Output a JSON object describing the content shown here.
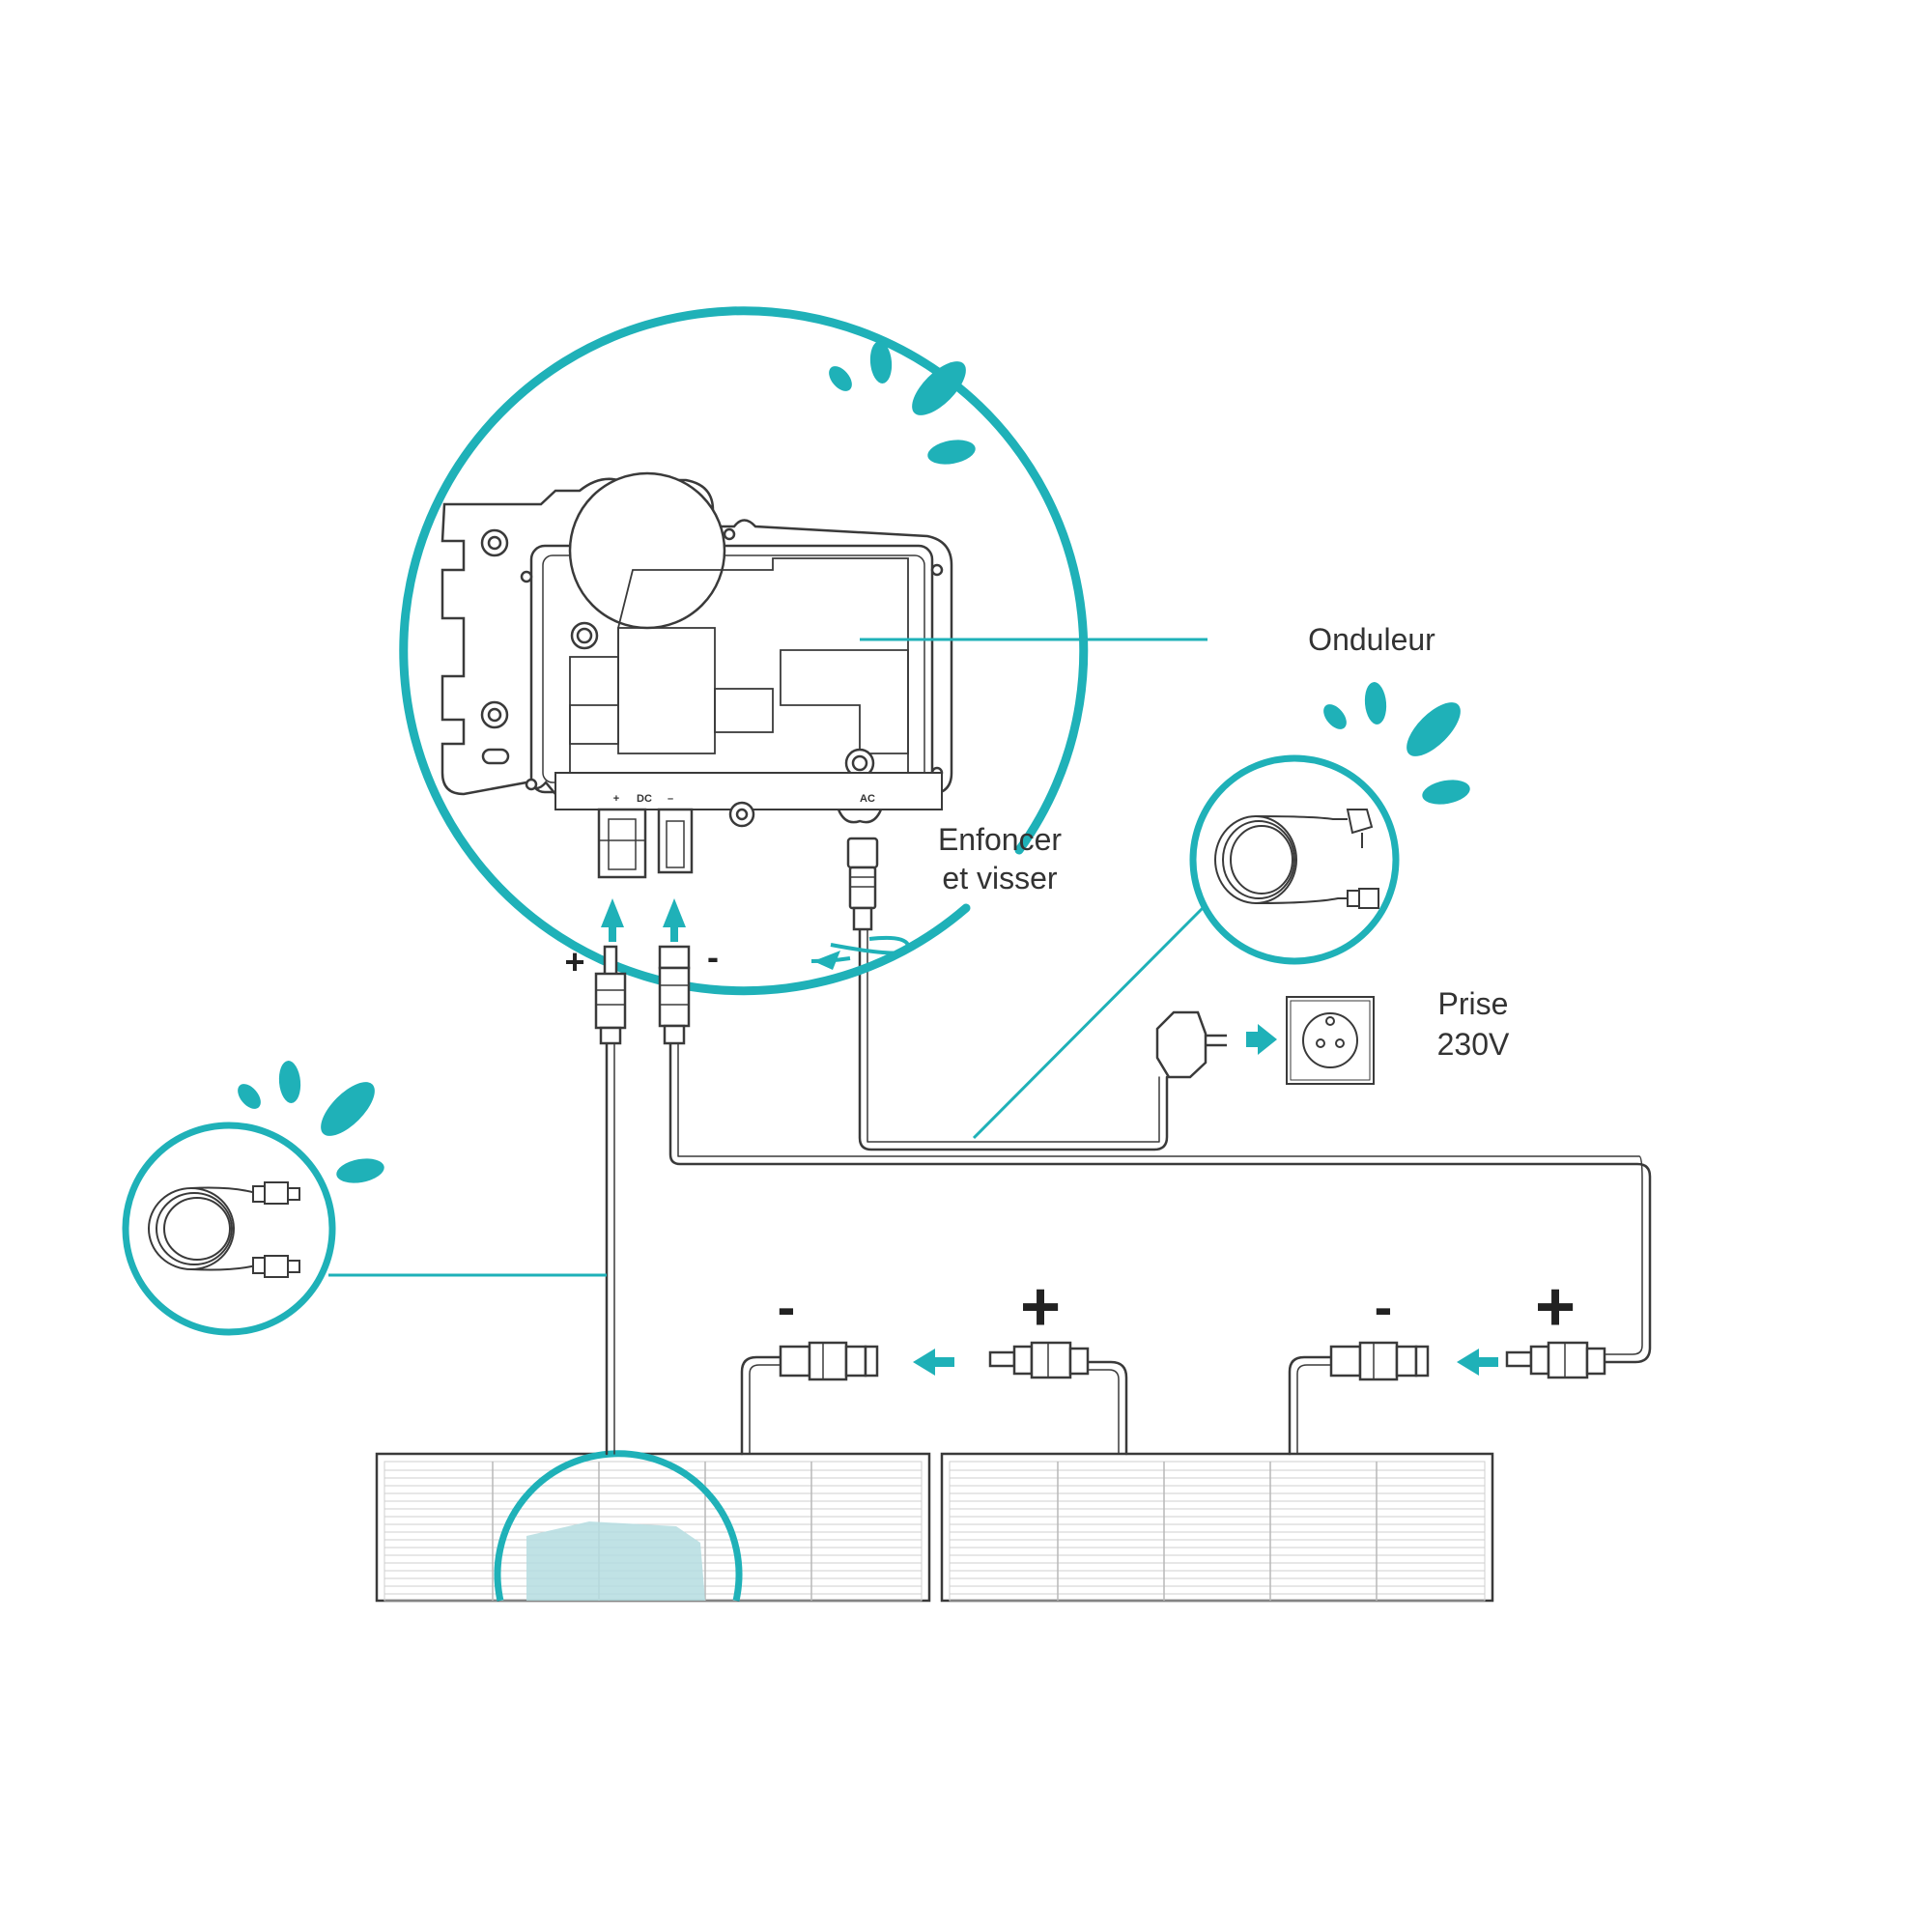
{
  "colors": {
    "accent": "#1fb1b8",
    "line": "#3a3a3a",
    "panel_fill": "#ffffff",
    "panel_lines": "#c9c9c9",
    "teal_fill": "#b5dde0"
  },
  "labels": {
    "inverter": "Onduleur",
    "push_screw_line1": "Enfoncer",
    "push_screw_line2": "et visser",
    "socket_line1": "Prise",
    "socket_line2": "230V"
  },
  "inverter_ports": {
    "dc_plus": "+",
    "dc": "DC",
    "dc_minus": "–",
    "ac": "AC"
  },
  "polarity": {
    "inverter_plus": "+",
    "inverter_minus": "-",
    "panel1_minus": "-",
    "panel1_plus": "+",
    "panel2_minus": "-",
    "panel2_plus": "+"
  },
  "icons": [
    "sparkle-icon",
    "plug-icon",
    "socket-icon",
    "arrow-up-icon",
    "arrow-left-icon",
    "rotate-icon",
    "cable-coil-icon"
  ]
}
